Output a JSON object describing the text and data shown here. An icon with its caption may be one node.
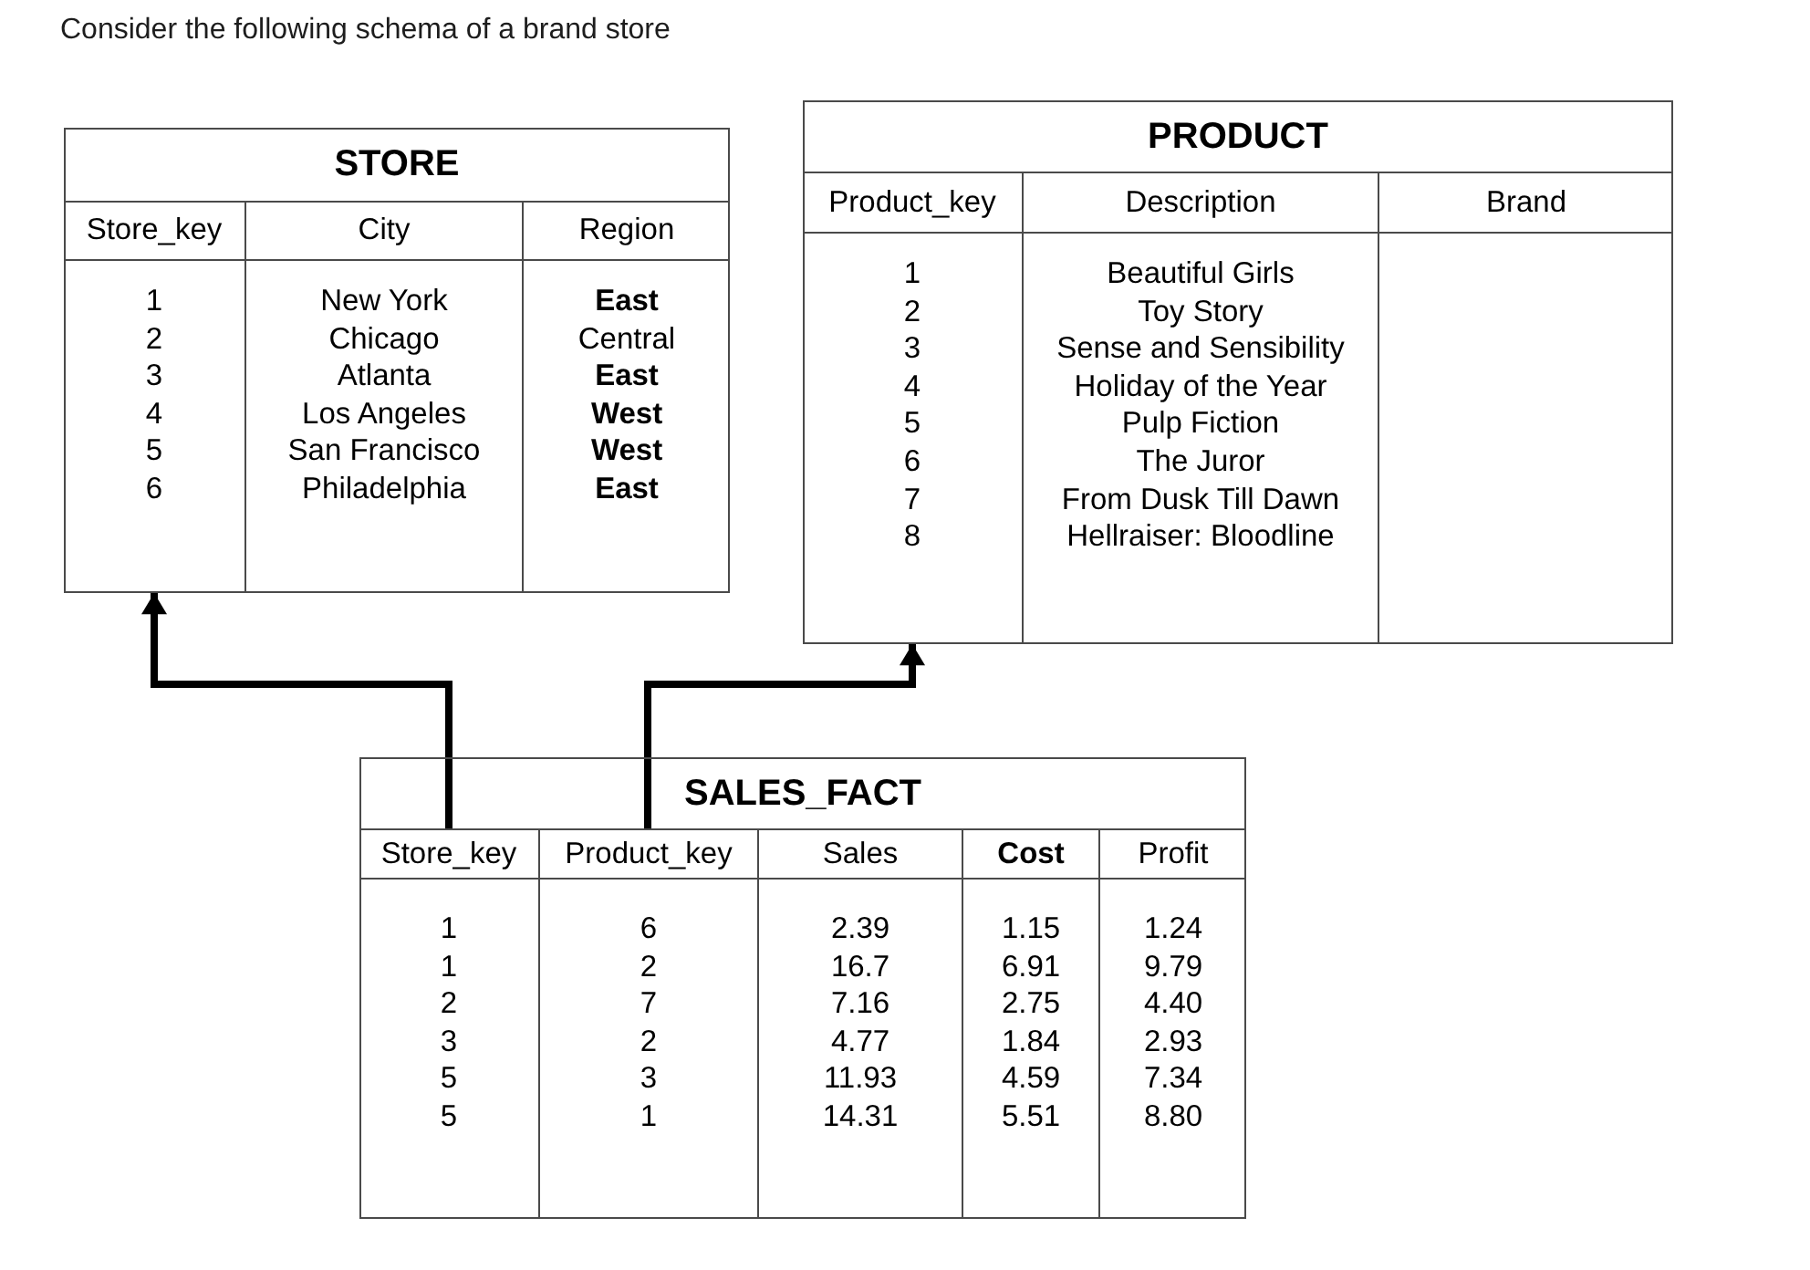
{
  "diagram": {
    "title": "Consider the following schema of a brand store",
    "nodes": [
      {
        "text": [
          "STORE"
        ]
      },
      {
        "text": [
          "Store_key",
          "1",
          "2",
          "3",
          "4",
          "5",
          "6"
        ],
        "in": 0
      },
      {
        "text": [
          "City",
          "New York",
          "Chicago",
          "Atlanta",
          "Los Angeles",
          "San Francisco",
          "Philadelphia"
        ],
        "in": 0
      },
      {
        "text": [
          "Region",
          "East",
          "Central",
          "East",
          "West",
          "West",
          "East"
        ],
        "in": 0
      },
      {
        "text": [
          "PRODUCT"
        ]
      },
      {
        "text": [
          "Product_key",
          "1",
          "2",
          "3",
          "4",
          "5",
          "6",
          "7",
          "8"
        ],
        "in": 4
      },
      {
        "text": [
          "Description",
          "Beautiful Girls",
          "Toy Story",
          "Sense and Sensibility",
          "Holiday of the Year",
          "Pulp Fiction",
          "The Juror",
          "From Dusk Till Dawn",
          "Hellraiser: Bloodline"
        ],
        "in": 4
      },
      {
        "text": [
          "Brand"
        ],
        "in": 4
      },
      {
        "text": [
          "SALES_FACT"
        ]
      },
      {
        "text": [
          "Store_key",
          "1",
          "1",
          "2",
          "3",
          "5",
          "5"
        ],
        "in": 8
      },
      {
        "text": [
          "Product_key",
          "6",
          "2",
          "7",
          "2",
          "3",
          "1"
        ],
        "in": 8
      },
      {
        "text": [
          "Sales",
          "2.39",
          "16.7",
          "7.16",
          "4.77",
          "11.93",
          "14.31"
        ],
        "in": 8
      },
      {
        "text": [
          "Cost",
          "1.15",
          "6.91",
          "2.75",
          "1.84",
          "4.59",
          "5.51"
        ],
        "in": 8
      },
      {
        "text": [
          "Profit",
          "1.24",
          "9.79",
          "4.40",
          "2.93",
          "7.34",
          "8.80"
        ],
        "in": 8
      }
    ],
    "edges": [
      {
        "from": 9,
        "to": 1,
        "arrow": "to"
      },
      {
        "from": 10,
        "to": 5,
        "arrow": "to"
      }
    ]
  }
}
